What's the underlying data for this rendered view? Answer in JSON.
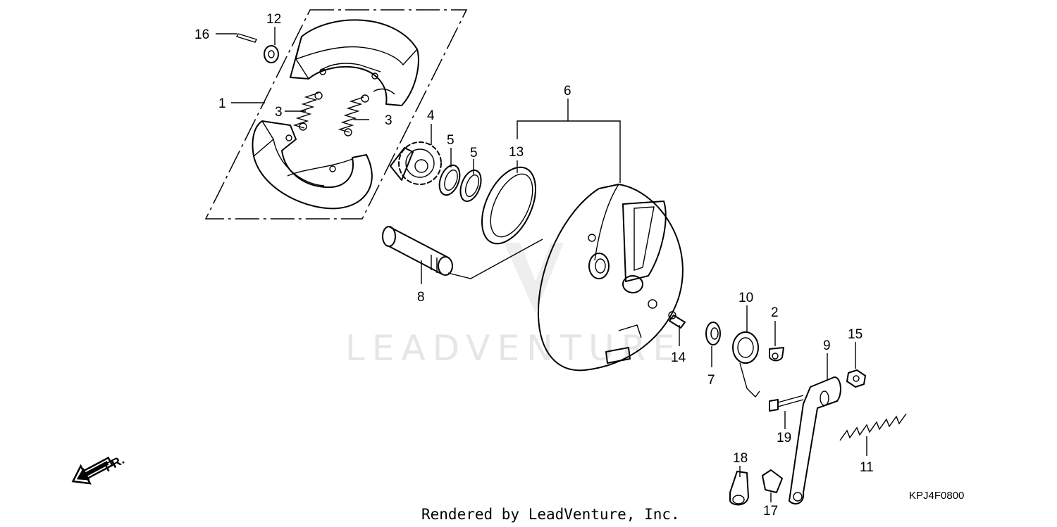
{
  "diagram": {
    "watermark": "LEADVENTURE",
    "footer": "Rendered by LeadVenture, Inc.",
    "diagram_code": "KPJ4F0800",
    "direction_label": "FR.",
    "callouts": [
      {
        "id": "c1",
        "text": "1"
      },
      {
        "id": "c2",
        "text": "2"
      },
      {
        "id": "c3a",
        "text": "3"
      },
      {
        "id": "c3b",
        "text": "3"
      },
      {
        "id": "c4",
        "text": "4"
      },
      {
        "id": "c5a",
        "text": "5"
      },
      {
        "id": "c5b",
        "text": "5"
      },
      {
        "id": "c6",
        "text": "6"
      },
      {
        "id": "c7",
        "text": "7"
      },
      {
        "id": "c8",
        "text": "8"
      },
      {
        "id": "c9",
        "text": "9"
      },
      {
        "id": "c10",
        "text": "10"
      },
      {
        "id": "c11",
        "text": "11"
      },
      {
        "id": "c12",
        "text": "12"
      },
      {
        "id": "c13",
        "text": "13"
      },
      {
        "id": "c14",
        "text": "14"
      },
      {
        "id": "c15",
        "text": "15"
      },
      {
        "id": "c16",
        "text": "16"
      },
      {
        "id": "c17",
        "text": "17"
      },
      {
        "id": "c18",
        "text": "18"
      },
      {
        "id": "c19",
        "text": "19"
      }
    ]
  }
}
